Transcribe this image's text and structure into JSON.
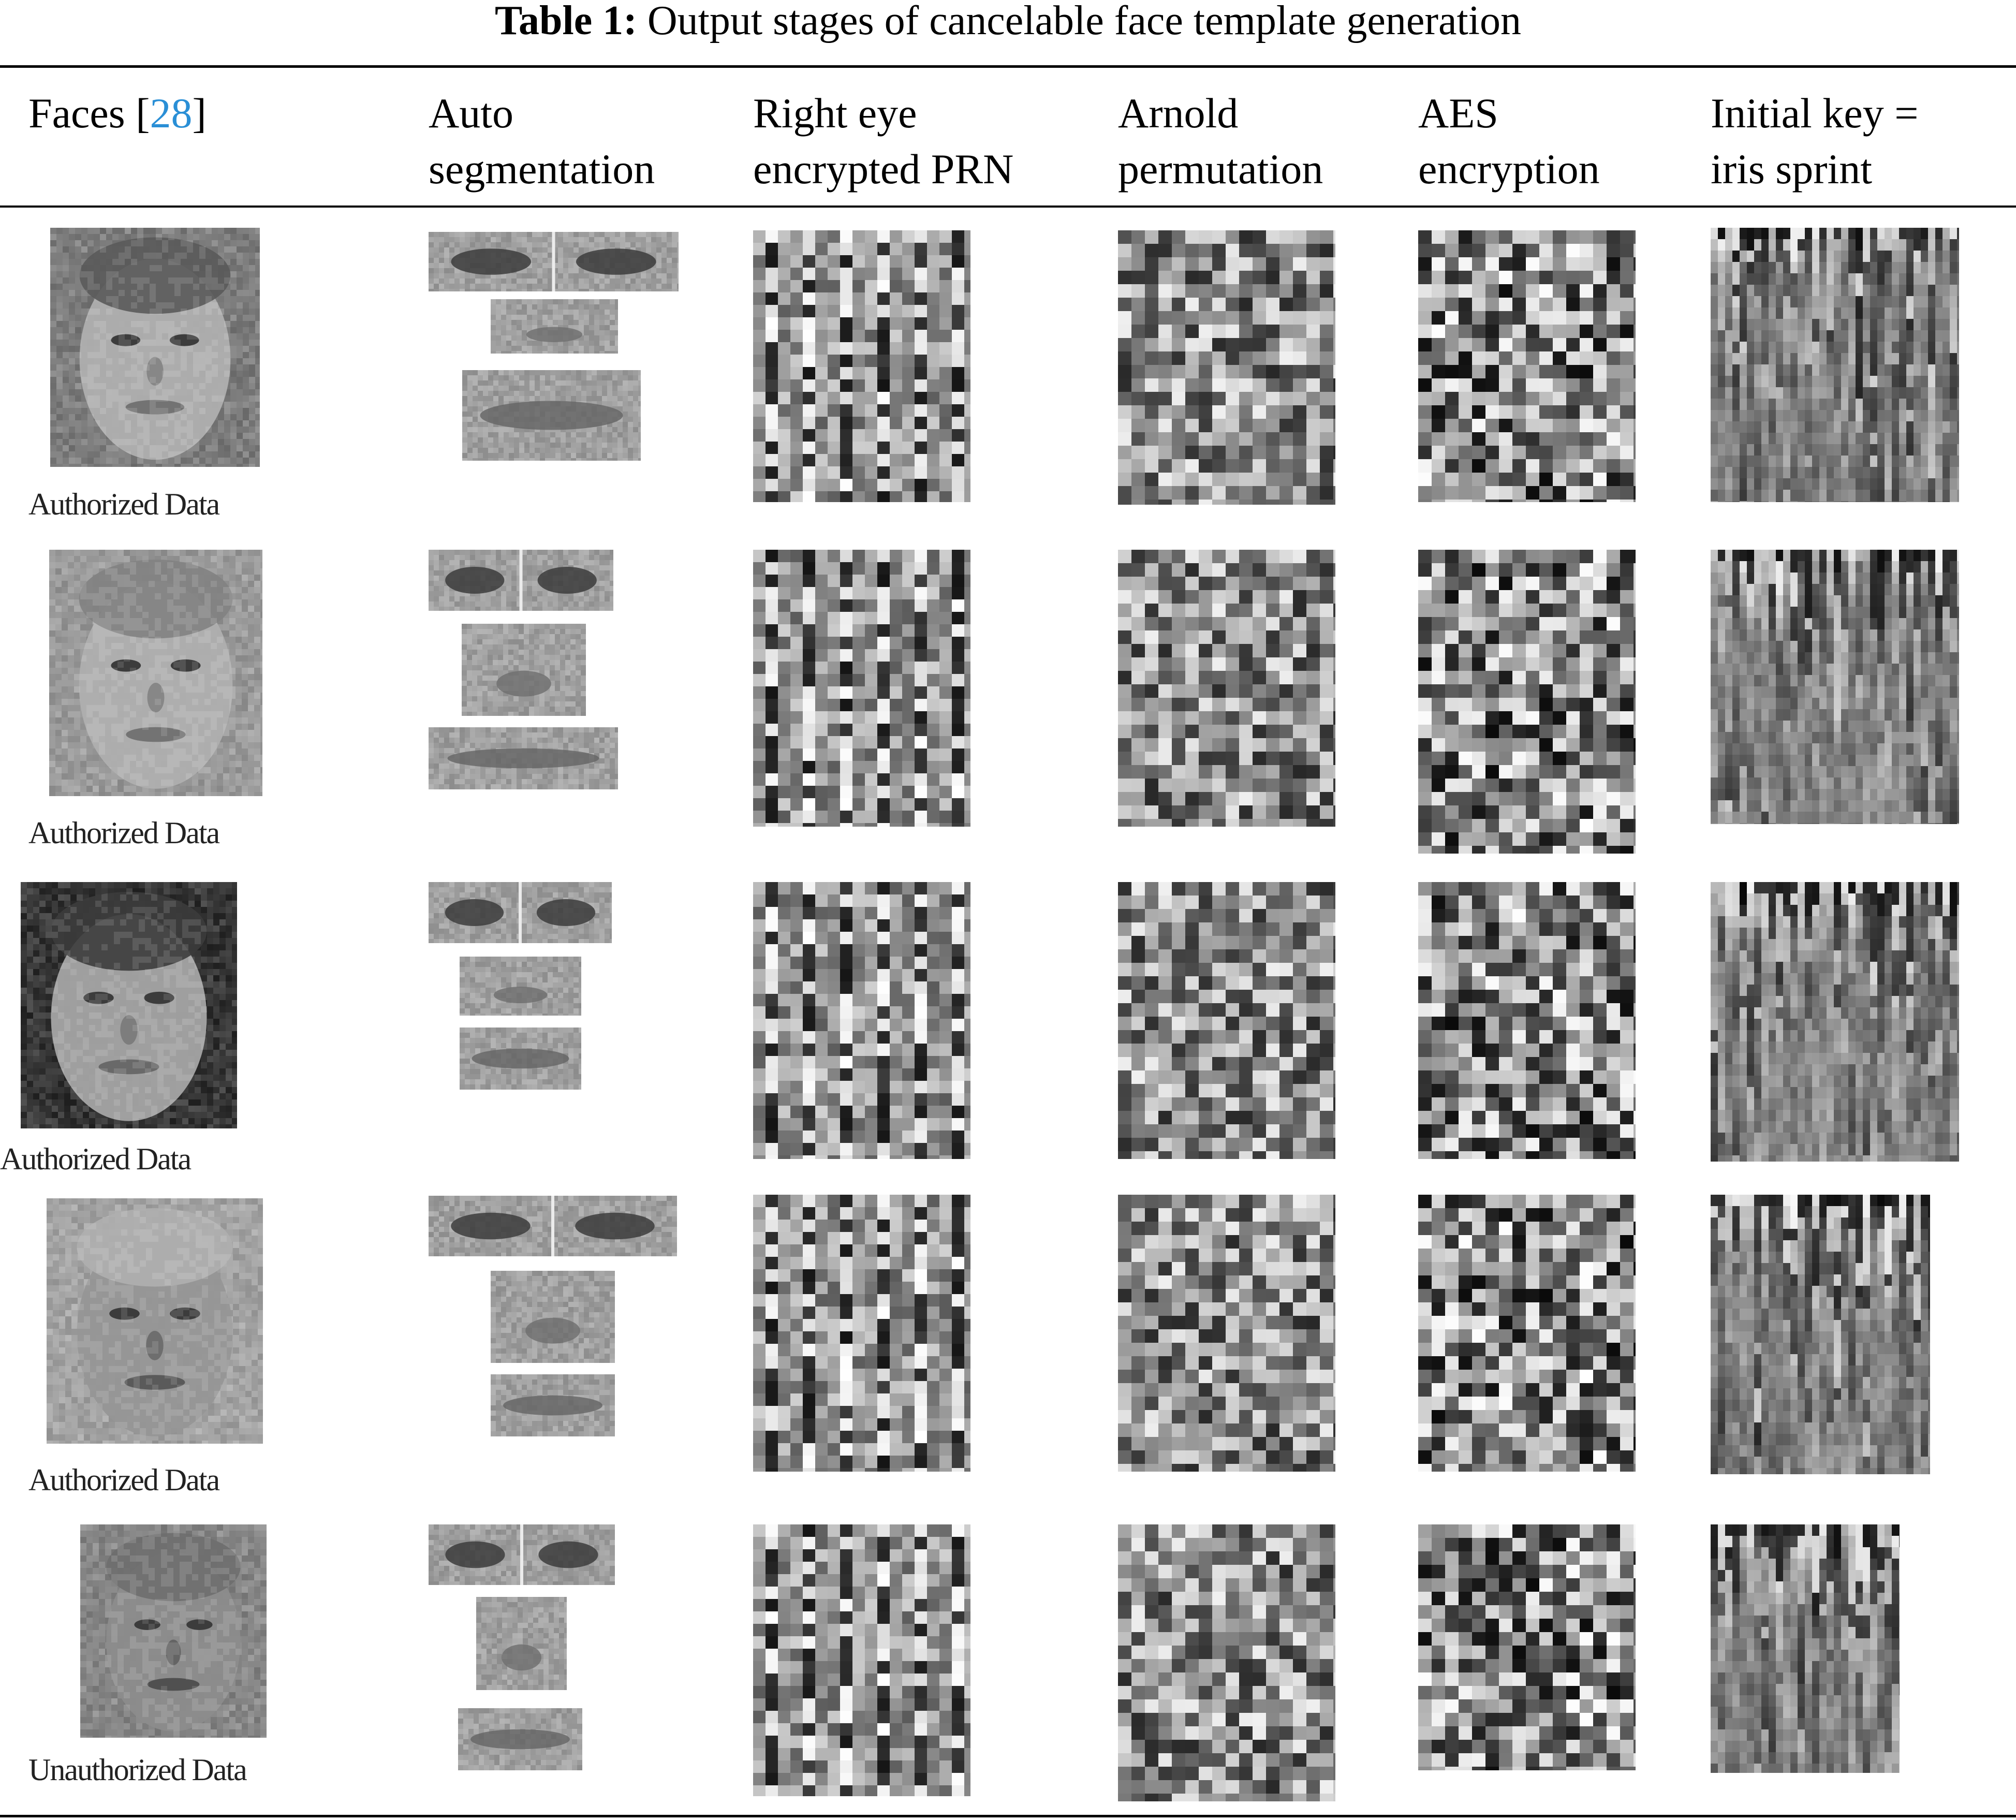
{
  "caption": {
    "label": "Table 1:",
    "text": "Output stages of cancelable face template generation"
  },
  "headers": {
    "faces": {
      "text": "Faces [",
      "ref": "28",
      "close": "]"
    },
    "auto_segmentation": [
      "Auto",
      "segmentation"
    ],
    "right_eye": [
      "Right eye",
      "encrypted PRN"
    ],
    "arnold": [
      "Arnold",
      "permutation"
    ],
    "aes": [
      "AES",
      "encryption"
    ],
    "initial_key": [
      "Initial key =",
      "iris sprint"
    ]
  },
  "rows": [
    {
      "face_label": "Authorized Data"
    },
    {
      "face_label": "Authorized Data"
    },
    {
      "face_label": "Authorized Data"
    },
    {
      "face_label": "Authorized Data"
    },
    {
      "face_label": "Unauthorized Data"
    }
  ]
}
